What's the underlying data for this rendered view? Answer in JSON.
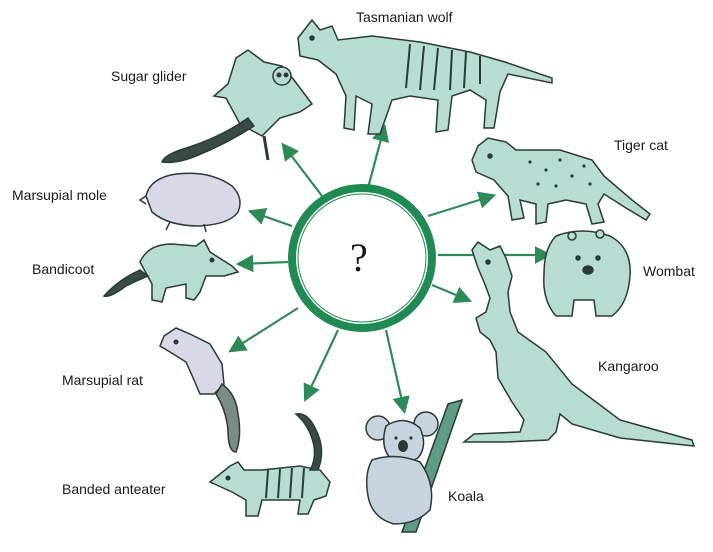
{
  "center": {
    "symbol": "?"
  },
  "labels": {
    "tasmanian_wolf": "Tasmanian wolf",
    "sugar_glider": "Sugar glider",
    "tiger_cat": "Tiger cat",
    "marsupial_mole": "Marsupial mole",
    "wombat": "Wombat",
    "bandicoot": "Bandicoot",
    "kangaroo": "Kangaroo",
    "marsupial_rat": "Marsupial rat",
    "koala": "Koala",
    "banded_anteater": "Banded anteater"
  },
  "colors": {
    "ring": "#1f8a52",
    "arrow": "#2e8a57",
    "animal_fill": "#b7dcd2",
    "animal_stroke": "#2a3a36",
    "mole_fill": "#d9d8e6",
    "koala_fill": "#c7d3dd",
    "branch": "#5e9c84"
  }
}
